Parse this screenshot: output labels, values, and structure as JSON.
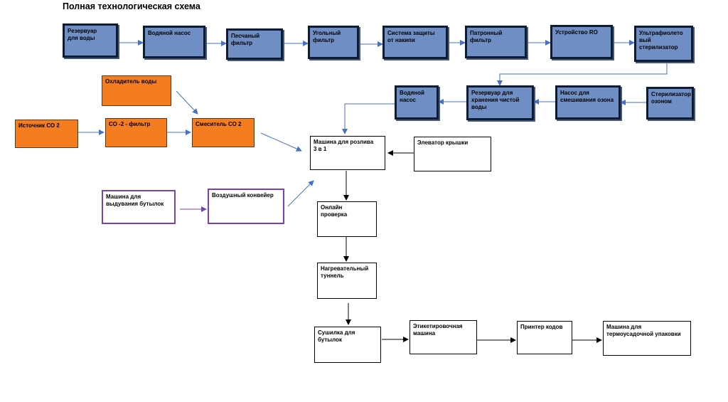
{
  "title": "Полная технологическая схема",
  "nodes": {
    "reservoir": "Резервуар\nдля воды",
    "water_pump_1": "Водяной насос",
    "sand_filter": "Песчаный\nфильтр",
    "carbon_filter": "Угольный\nфильтр",
    "scale_protection": "Система защиты\nот накипи",
    "cartridge_filter": "Патронный\nфильтр",
    "ro_device": "Устройство RO",
    "uv_sterilizer": "Ультрафиолето\nвый\nстерилизатор",
    "water_cooler": "Охладитель воды",
    "clean_water_tank": "Резервуар для\nхранения чистой\nводы",
    "water_pump_2": "Водяной\nнасос",
    "ozone_mixing_pump": "Насос для\nсмешивания озона",
    "ozone_sterilizer": "Стерилизатор\nозоном",
    "co2_source": "Источник СО 2",
    "co2_filter": "СО -2 - фильтр",
    "co2_mixer": "Смеситель СО 2",
    "filling_machine": "Машина для розлива\n3 в 1",
    "cap_elevator": "Элеватор крышки",
    "blow_molding": "Машина для\nвыдувания бутылок",
    "air_conveyor": "Воздушный конвейер",
    "online_inspection": "Онлайн\nпроверка",
    "heating_tunnel": "Нагревательный\nтуннель",
    "bottle_dryer": "Сушилка для\nбутылок",
    "labeling_machine": "Этикетировочная\nмашина",
    "code_printer": "Принтер кодов",
    "shrink_wrapper": "Машина для\nтермоусадочной упаковки"
  },
  "colors": {
    "water_process": "#6f8fc4",
    "co2_process": "#f47d20",
    "bottle_process": "#7b3fb3",
    "arrow_blue": "#4472c4",
    "arrow_black": "#000000"
  }
}
